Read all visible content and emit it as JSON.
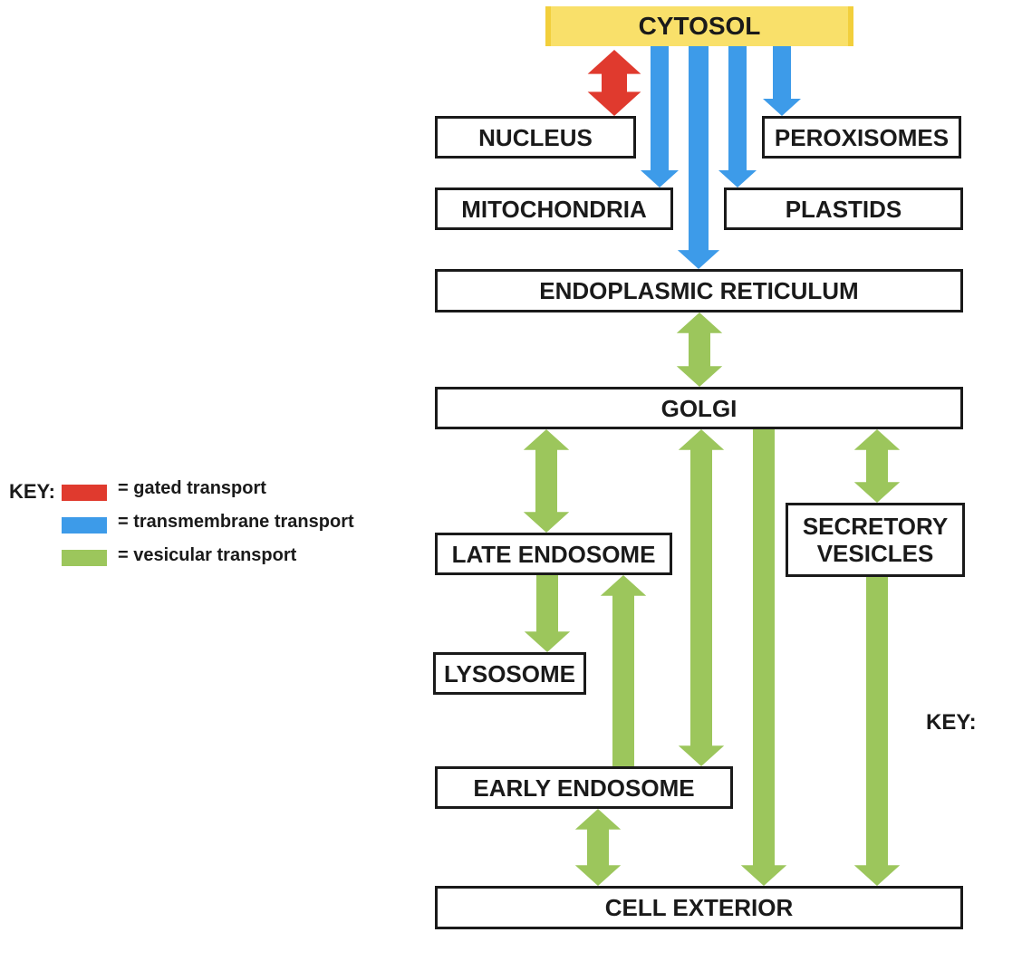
{
  "nodes": {
    "cytosol": "CYTOSOL",
    "nucleus": "NUCLEUS",
    "peroxisomes": "PEROXISOMES",
    "mitochondria": "MITOCHONDRIA",
    "plastids": "PLASTIDS",
    "er": "ENDOPLASMIC RETICULUM",
    "golgi": "GOLGI",
    "late_endosome": "LATE ENDOSOME",
    "secretory_vesicles": "SECRETORY\nVESICLES",
    "lysosome": "LYSOSOME",
    "early_endosome": "EARLY ENDOSOME",
    "cell_exterior": "CELL EXTERIOR"
  },
  "key": {
    "label": "KEY:",
    "items": [
      {
        "text": "= gated transport",
        "color": "#e03a2e"
      },
      {
        "text": "= transmembrane transport",
        "color": "#3d9be9"
      },
      {
        "text": "= vesicular transport",
        "color": "#9cc65c"
      }
    ],
    "right_label": "KEY:"
  },
  "colors": {
    "gated": "#e03a2e",
    "transmembrane": "#3d9be9",
    "vesicular": "#9cc65c",
    "cytosol": "#f9e06a"
  },
  "edges": [
    {
      "from": "cytosol",
      "to": "nucleus",
      "type": "gated",
      "direction": "both"
    },
    {
      "from": "cytosol",
      "to": "mitochondria",
      "type": "transmembrane",
      "direction": "forward"
    },
    {
      "from": "cytosol",
      "to": "er",
      "type": "transmembrane",
      "direction": "forward"
    },
    {
      "from": "cytosol",
      "to": "plastids",
      "type": "transmembrane",
      "direction": "forward"
    },
    {
      "from": "cytosol",
      "to": "peroxisomes",
      "type": "transmembrane",
      "direction": "forward"
    },
    {
      "from": "er",
      "to": "golgi",
      "type": "vesicular",
      "direction": "both"
    },
    {
      "from": "golgi",
      "to": "late_endosome",
      "type": "vesicular",
      "direction": "both"
    },
    {
      "from": "golgi",
      "to": "early_endosome",
      "type": "vesicular",
      "direction": "both"
    },
    {
      "from": "golgi",
      "to": "cell_exterior",
      "type": "vesicular",
      "direction": "forward"
    },
    {
      "from": "golgi",
      "to": "secretory_vesicles",
      "type": "vesicular",
      "direction": "both"
    },
    {
      "from": "late_endosome",
      "to": "lysosome",
      "type": "vesicular",
      "direction": "forward"
    },
    {
      "from": "early_endosome",
      "to": "late_endosome",
      "type": "vesicular",
      "direction": "forward"
    },
    {
      "from": "secretory_vesicles",
      "to": "cell_exterior",
      "type": "vesicular",
      "direction": "forward"
    },
    {
      "from": "early_endosome",
      "to": "cell_exterior",
      "type": "vesicular",
      "direction": "both"
    }
  ]
}
